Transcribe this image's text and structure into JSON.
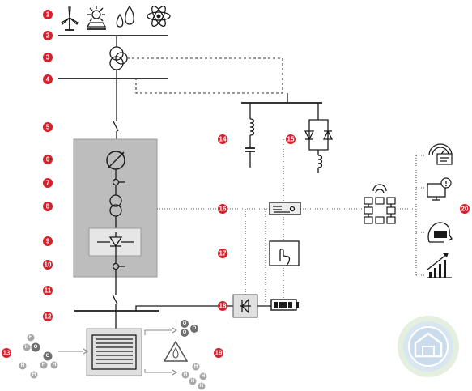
{
  "badges": [
    "1",
    "2",
    "3",
    "4",
    "5",
    "6",
    "7",
    "8",
    "9",
    "10",
    "11",
    "12",
    "13",
    "14",
    "15",
    "16",
    "17",
    "18",
    "19",
    "20"
  ],
  "molecules": {
    "oxygen": "O",
    "hydrogen": "H"
  },
  "colors": {
    "badge": "#d71f2b",
    "cabinet": "#bdbdbd",
    "module": "#e6e6e6",
    "line": "#1a1a1a"
  },
  "icons": [
    "wind-turbine-icon",
    "solar-icon",
    "water-drops-icon",
    "atom-icon",
    "transformer-icon",
    "meter-icon",
    "power-module-icon",
    "rectifier-icon",
    "inductor-icon",
    "thyristor-icon",
    "controller-icon",
    "touch-panel-icon",
    "battery-icon",
    "hmi-panel-icon",
    "network-icon",
    "gauge-monitor-icon",
    "alert-monitor-icon",
    "vr-headset-icon",
    "growth-chart-icon",
    "electrolyzer-icon",
    "flame-warning-icon",
    "watermark-logo"
  ]
}
